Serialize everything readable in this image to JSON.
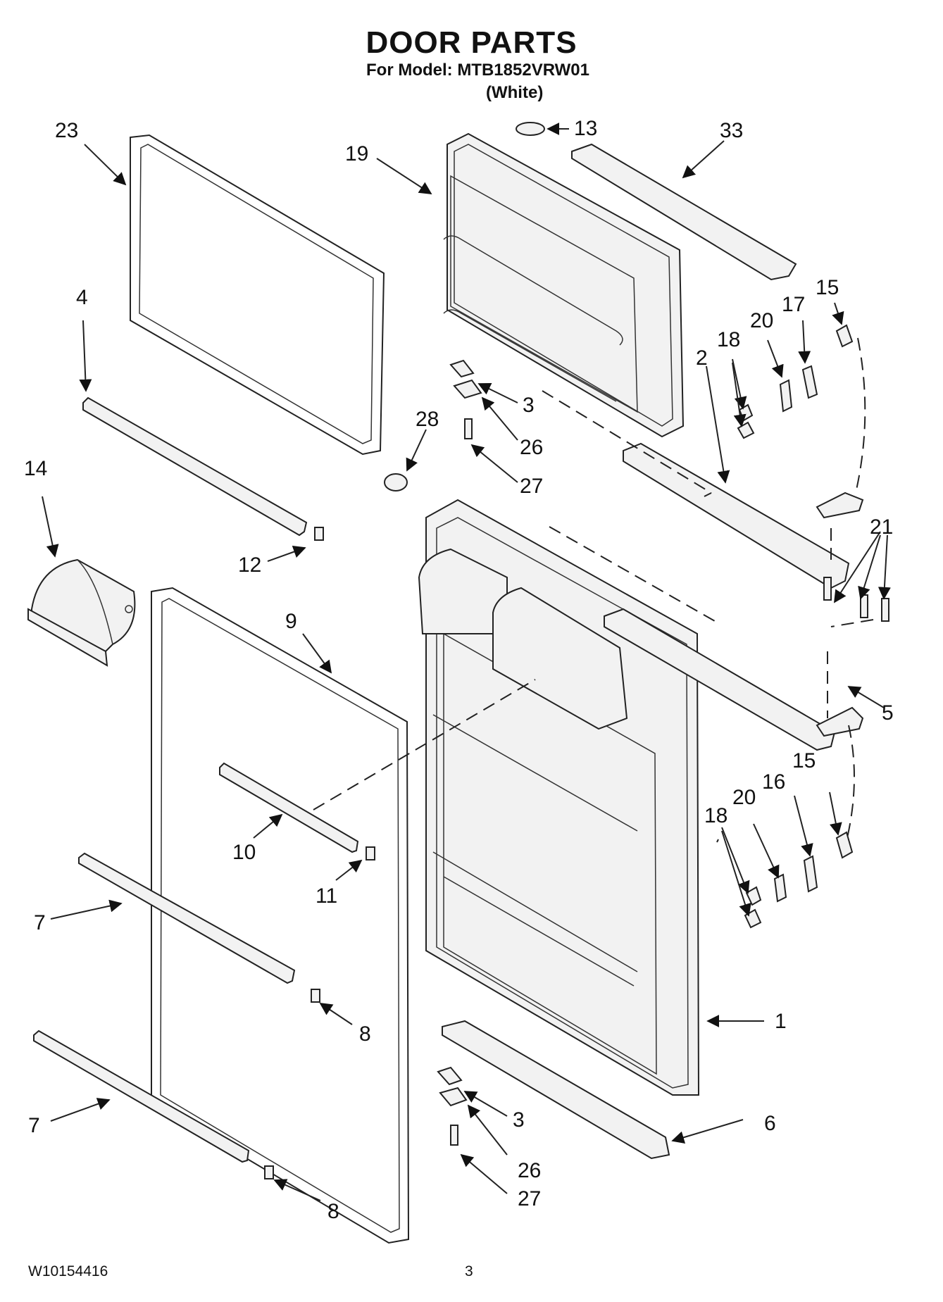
{
  "header": {
    "title": "DOOR PARTS",
    "subtitle": "For Model: MTB1852VRW01",
    "variant": "(White)"
  },
  "footer": {
    "doc_id": "W10154416",
    "page_number": "3"
  },
  "callouts": [
    "23",
    "19",
    "13",
    "33",
    "4",
    "18",
    "20",
    "17",
    "15",
    "2",
    "3",
    "26",
    "28",
    "27",
    "14",
    "12",
    "21",
    "9",
    "5",
    "10",
    "11",
    "16",
    "7",
    "8",
    "1",
    "6"
  ],
  "colors": {
    "ink": "#111111",
    "background": "#ffffff"
  }
}
